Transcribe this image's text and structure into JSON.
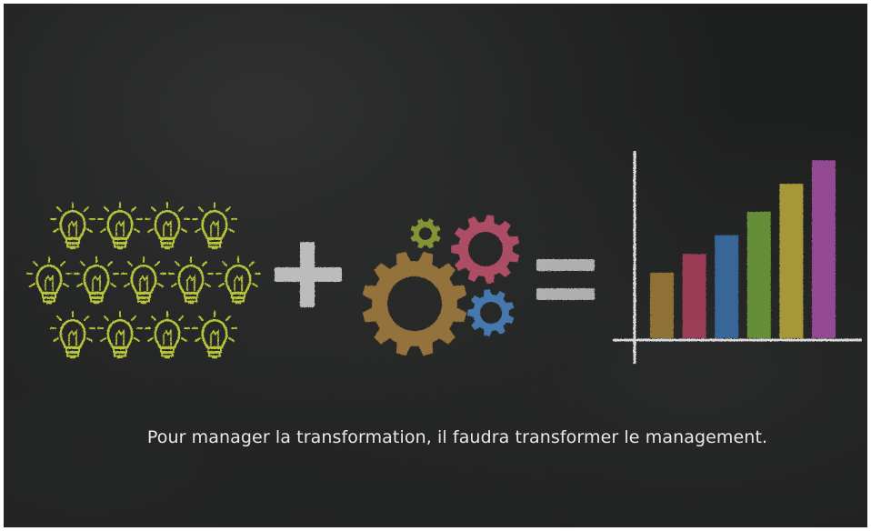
{
  "caption": "Pour manager la transformation, il faudra transformer le management.",
  "icons": {
    "bulb": "lightbulb-icon",
    "plus": "plus-icon",
    "gears": "gears-icon",
    "equals": "equals-icon",
    "chart": "bar-chart-icon"
  },
  "colors": {
    "board": "#1e1f1f",
    "bulb": "#b8c43a",
    "plus": "#c9c9c9",
    "gear_large": "#9c7a3c",
    "gear_red": "#b8506a",
    "gear_blue": "#4a7fb8",
    "gear_small": "#8f9a36",
    "equals": "#c0c0c0",
    "axes": "#d8d8d8",
    "bars": [
      "#9b7a3c",
      "#a8405c",
      "#3a6ea6",
      "#6f9a3c",
      "#b5a43c",
      "#a050a0"
    ]
  },
  "chart_data": {
    "type": "bar",
    "categories": [
      "",
      "",
      "",
      "",
      "",
      ""
    ],
    "values": [
      2.8,
      3.6,
      4.4,
      5.4,
      6.6,
      7.6
    ],
    "ylim": [
      0,
      8
    ],
    "title": "",
    "xlabel": "",
    "ylabel": ""
  }
}
